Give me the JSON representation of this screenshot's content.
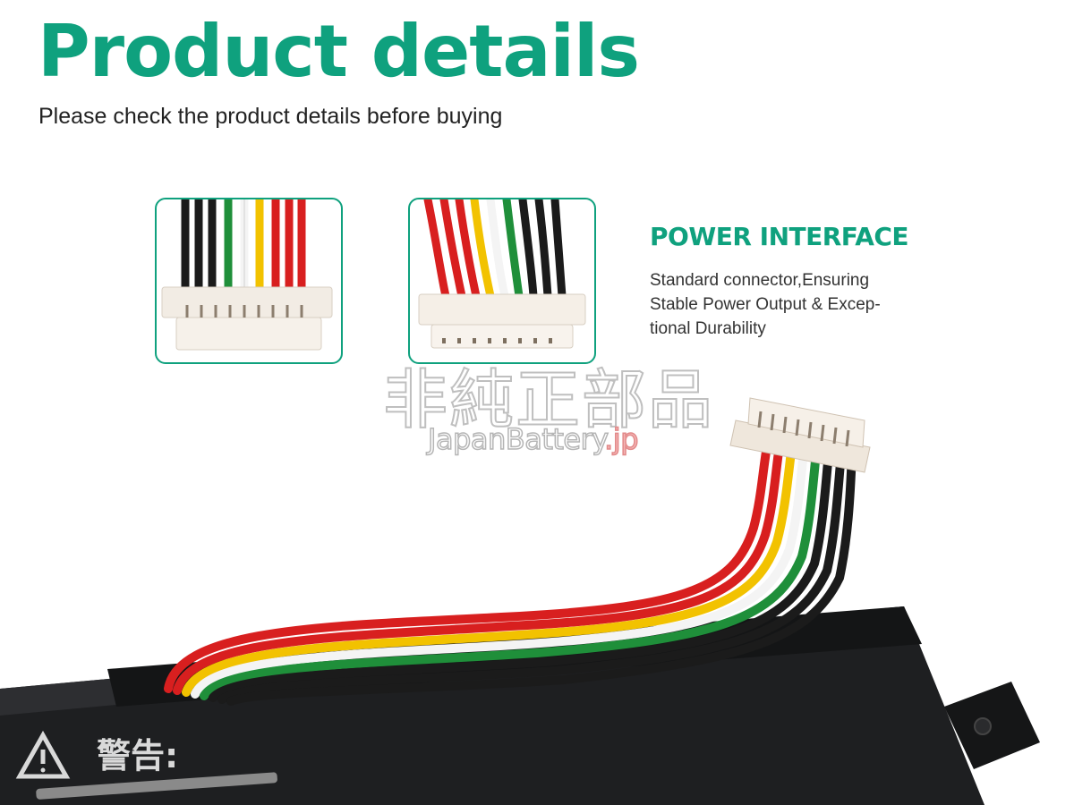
{
  "header": {
    "title": "Product details",
    "subtitle": "Please check the product details before buying"
  },
  "feature": {
    "title": "POWER INTERFACE",
    "lines": [
      "Standard connector,Ensuring",
      "Stable Power Output & Excep-",
      "tional Durability"
    ]
  },
  "watermark": {
    "cjk": "非純正部品",
    "brand": "JapanBattery",
    "suffix": ".jp"
  },
  "battery_label": {
    "warning": "警告:"
  },
  "colors": {
    "accent": "#0fa17e",
    "wire_red": "#d81f1f",
    "wire_yellow": "#f2c200",
    "wire_white": "#f4f4f4",
    "wire_green": "#1f8f3a",
    "wire_black": "#1b1b1b",
    "battery": "#1e1f21"
  },
  "icons": [
    "warning-triangle-icon"
  ]
}
